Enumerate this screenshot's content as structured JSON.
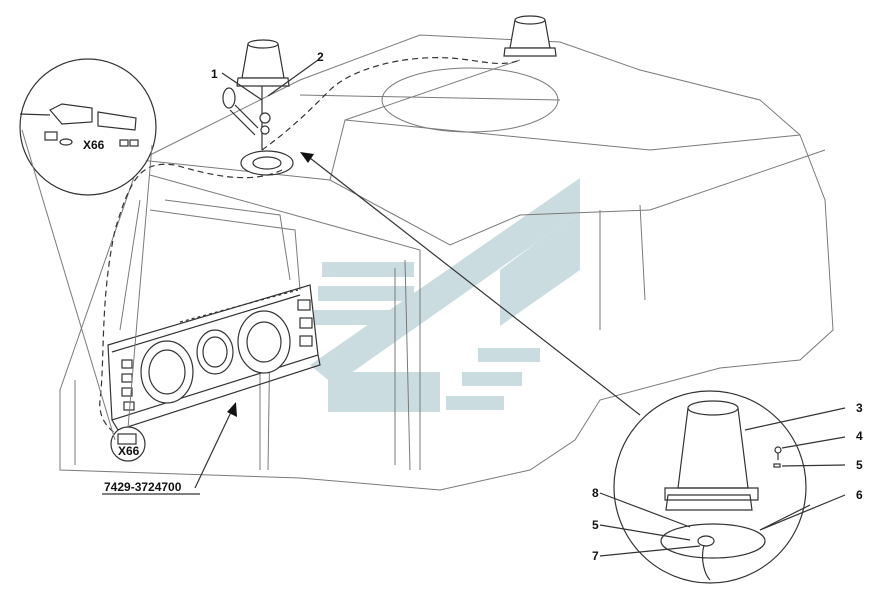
{
  "callouts": {
    "c1": "1",
    "c2": "2",
    "c3": "3",
    "c4": "4",
    "c5a": "5",
    "c6": "6",
    "c7": "7",
    "c8": "8",
    "c5b": "5"
  },
  "connectors": {
    "top": "X66",
    "bottom": "X66"
  },
  "part_number": "7429-3724700",
  "colors": {
    "watermark": "#c3d7dc",
    "lines": "#333333"
  }
}
